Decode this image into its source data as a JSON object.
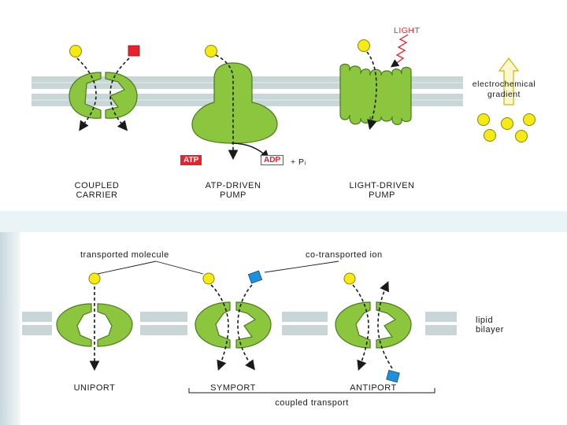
{
  "top": {
    "light_label": "LIGHT",
    "gradient_label_line1": "electrochemical",
    "gradient_label_line2": "gradient",
    "coupled_carrier_line1": "COUPLED",
    "coupled_carrier_line2": "CARRIER",
    "atp_pump_line1": "ATP-DRIVEN",
    "atp_pump_line2": "PUMP",
    "light_pump_line1": "LIGHT-DRIVEN",
    "light_pump_line2": "PUMP",
    "atp": "ATP",
    "adp": "ADP",
    "pi": "+ Pᵢ"
  },
  "bottom": {
    "transported_molecule": "transported molecule",
    "co_transported_ion": "co-transported ion",
    "lipid_line1": "lipid",
    "lipid_line2": "bilayer",
    "uniport": "UNIPORT",
    "symport": "SYMPORT",
    "antiport": "ANTIPORT",
    "coupled_transport": "coupled transport"
  },
  "colors": {
    "protein_green": "#8cc63f",
    "protein_outline": "#4a7a1e",
    "molecule_yellow": "#f5ea14",
    "ion_red": "#e8212e",
    "ion_blue": "#1f8fdc",
    "membrane_gray": "#c9d6d8",
    "arrow": "#1a1a1a"
  }
}
